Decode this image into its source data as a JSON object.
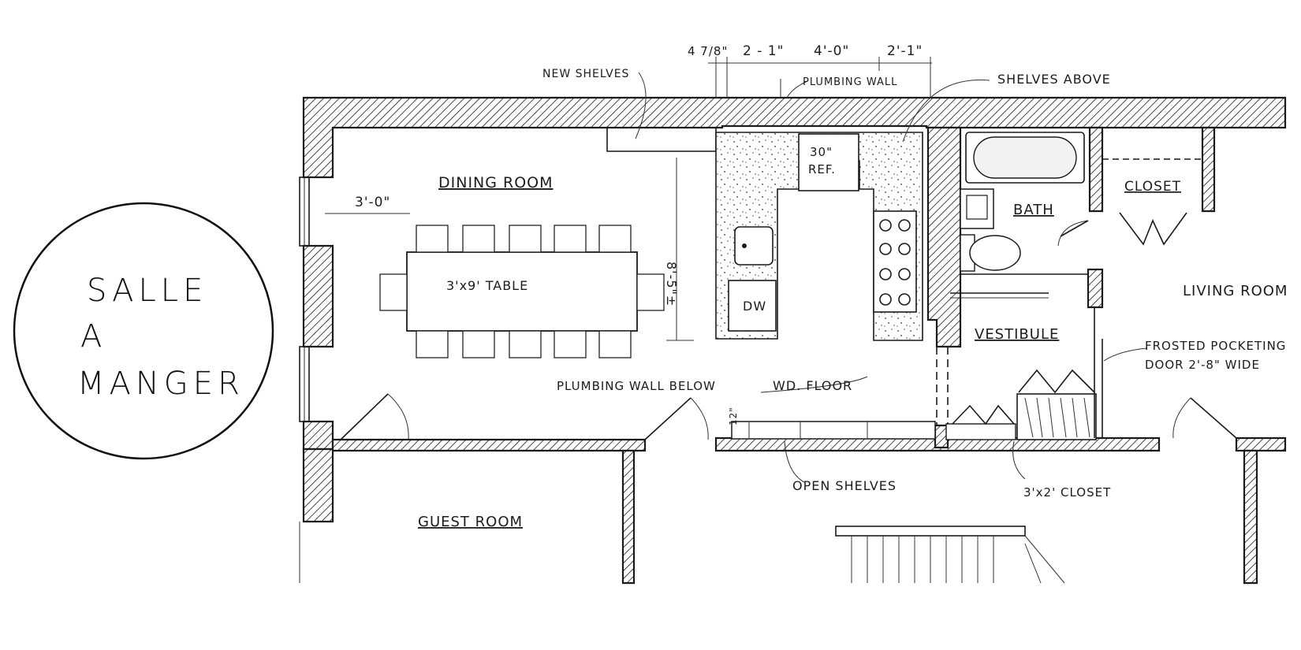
{
  "title": {
    "line1": "SALLE",
    "line2": "A",
    "line3": "MANGER"
  },
  "rooms": {
    "dining_room": "DINING ROOM",
    "bath": "BATH",
    "closet": "CLOSET",
    "living_room": "LIVING ROOM",
    "vestibule": "VESTIBULE",
    "guest_room": "GUEST ROOM"
  },
  "labels": {
    "new_shelves": "NEW SHELVES",
    "plumbing_wall": "PLUMBING WALL",
    "shelves_above": "SHELVES ABOVE",
    "ref_size": "30\"",
    "ref": "REF.",
    "dw": "DW",
    "table": "3'x9' TABLE",
    "plumbing_wall_below": "PLUMBING WALL BELOW",
    "wd_floor": "WD. FLOOR",
    "open_shelves": "OPEN SHELVES",
    "closet_small": "3'x2' CLOSET",
    "frosted_door_line1": "FROSTED POCKETING",
    "frosted_door_line2": "DOOR 2'-8\" WIDE",
    "shelf_depth": "12\""
  },
  "dimensions": {
    "d1": "4 7/8\"",
    "d2": "2 - 1\"",
    "d3": "4'-0\"",
    "d4": "2'-1\"",
    "window_offset": "3'-0\"",
    "room_depth": "8'-5\"±"
  }
}
